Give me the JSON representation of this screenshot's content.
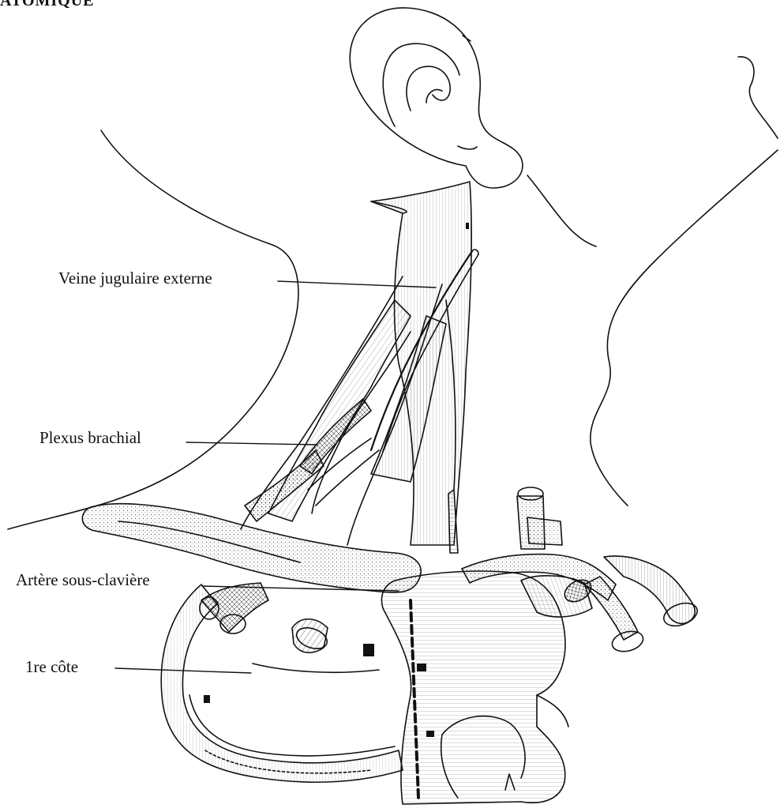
{
  "figure": {
    "header": "ATOMIQUE",
    "labels": {
      "veine_jugulaire_externe": "Veine jugulaire externe",
      "plexus_brachial": "Plexus brachial",
      "artere_sous_claviere": "Artère sous-clavière",
      "premiere_cote": "1re côte"
    },
    "colors": {
      "ink": "#111111",
      "background": "#ffffff"
    }
  }
}
